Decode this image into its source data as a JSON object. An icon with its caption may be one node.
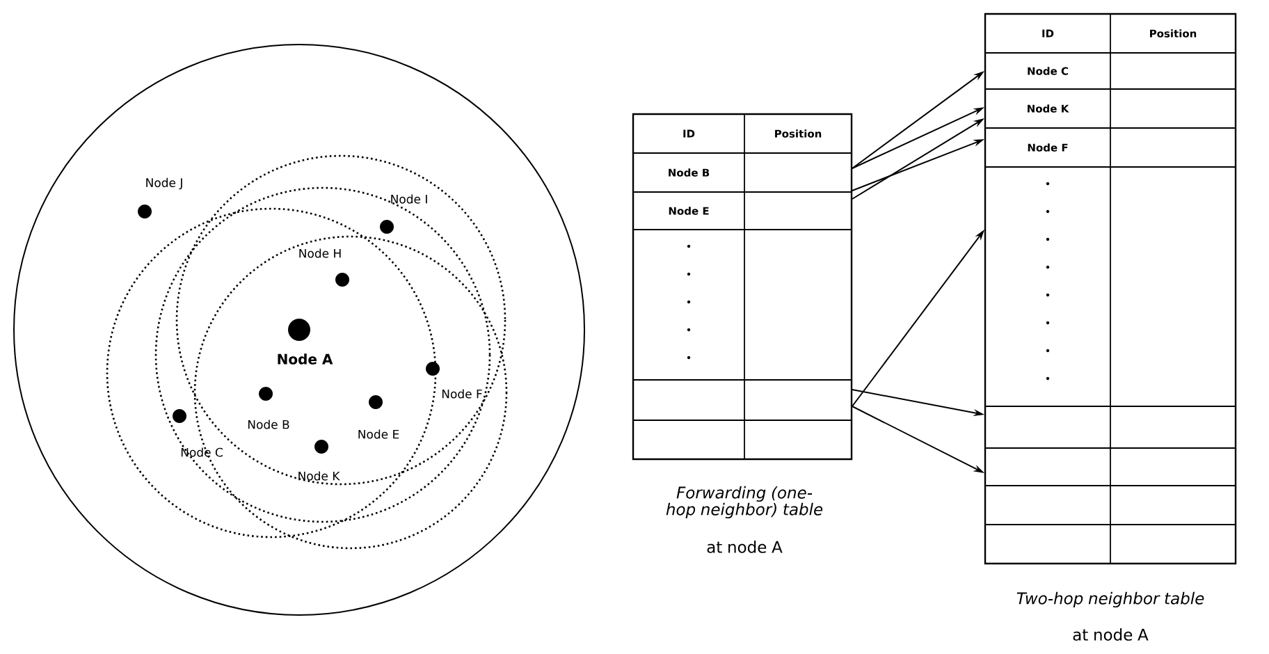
{
  "diagram": {
    "nodes": [
      {
        "text": [
          "Forwarding (one-hop neighbor) table",
          "at node A"
        ]
      },
      {
        "text": [
          "ID",
          "Position"
        ],
        "in": 0
      },
      {
        "text": [
          "Node B"
        ],
        "in": 0
      },
      {
        "text": [
          "Node E"
        ],
        "in": 0
      },
      {
        "text": [],
        "shape": "box",
        "in": 0
      },
      {
        "text": [],
        "shape": "box",
        "in": 0
      },
      {
        "text": [],
        "shape": "box",
        "in": 0
      },
      {
        "text": [
          "Two-hop neighbor table",
          "at node A"
        ]
      },
      {
        "text": [
          "ID",
          "Position"
        ],
        "in": 7
      },
      {
        "text": [
          "Node C"
        ],
        "in": 7
      },
      {
        "text": [
          "Node K"
        ],
        "in": 7
      },
      {
        "text": [
          "Node F"
        ],
        "in": 7
      },
      {
        "text": [],
        "shape": "box",
        "in": 7
      },
      {
        "text": [],
        "shape": "box",
        "in": 7
      },
      {
        "text": [],
        "shape": "box",
        "in": 7
      },
      {
        "text": [],
        "shape": "box",
        "in": 7
      },
      {
        "text": [],
        "shape": "box",
        "in": 7
      }
    ],
    "edges": [
      {
        "from": 2,
        "to": 9,
        "arrow": "to"
      },
      {
        "from": 2,
        "to": 10,
        "arrow": "to"
      },
      {
        "from": 3,
        "to": 10,
        "arrow": "to"
      },
      {
        "from": 3,
        "to": 11,
        "arrow": "to"
      },
      {
        "from": 5,
        "to": 12,
        "arrow": "to"
      },
      {
        "from": 5,
        "to": 13,
        "arrow": "to"
      },
      {
        "from": 5,
        "to": 14,
        "arrow": "to"
      }
    ],
    "labels": [
      "Node J",
      "Node I",
      "Node H",
      "Node A",
      "Node F",
      "Node B",
      "Node E",
      "Node C",
      "Node K"
    ]
  }
}
